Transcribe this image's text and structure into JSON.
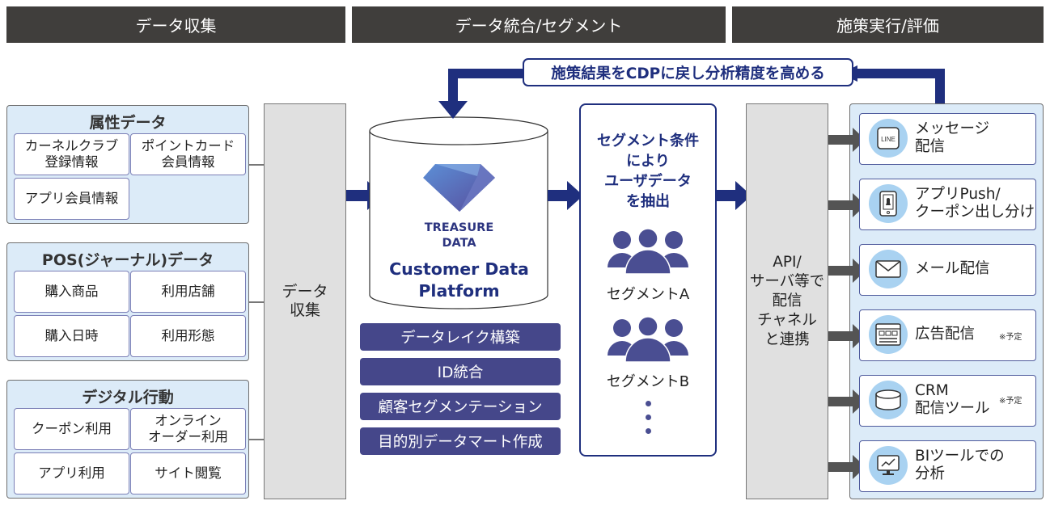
{
  "phases": [
    "データ収集",
    "データ統合/セグメント",
    "施策実行/評価"
  ],
  "sources": [
    {
      "title": "属性データ",
      "items": [
        "カーネルクラブ\n登録情報",
        "ポイントカード\n会員情報",
        "アプリ会員情報"
      ]
    },
    {
      "title": "POS(ジャーナル)データ",
      "items": [
        "購入商品",
        "利用店舗",
        "購入日時",
        "利用形態"
      ]
    },
    {
      "title": "デジタル行動",
      "items": [
        "クーポン利用",
        "オンライン\nオーダー利用",
        "アプリ利用",
        "サイト閲覧"
      ]
    }
  ],
  "collect_label": "データ\n収集",
  "cdp": {
    "logo_line1": "TREASURE",
    "logo_line2": "DATA",
    "name_line1": "Customer Data",
    "name_line2": "Platform"
  },
  "cdp_functions": [
    "データレイク構築",
    "ID統合",
    "顧客セグメンテーション",
    "目的別データマート作成"
  ],
  "segment": {
    "title": "セグメント条件\nにより\nユーザデータ\nを抽出",
    "segments": [
      "セグメントA",
      "セグメントB"
    ]
  },
  "feedback_label": "施策結果をCDPに戻し分析精度を高める",
  "api_label": "API/\nサーバ等で\n配信\nチャネル\nと連携",
  "channels": [
    {
      "icon": "line-icon",
      "icon_text": "LINE",
      "label": "メッセージ\n配信",
      "note": ""
    },
    {
      "icon": "tablet-bell-icon",
      "label": "アプリPush/\nクーポン出し分け",
      "note": ""
    },
    {
      "icon": "mail-icon",
      "label": "メール配信",
      "note": ""
    },
    {
      "icon": "web-ad-icon",
      "label": "広告配信",
      "note": "※予定"
    },
    {
      "icon": "database-icon",
      "label": "CRM\n配信ツール",
      "note": "※予定"
    },
    {
      "icon": "monitor-chart-icon",
      "label": "BIツールでの\n分析",
      "note": ""
    }
  ],
  "colors": {
    "navy": "#1f2f7e",
    "pill": "#45478a",
    "header": "#403e3c",
    "light_blue": "#dcebf8",
    "icon_circle": "#a9d2f1",
    "gray_panel": "#e0e0e0"
  }
}
